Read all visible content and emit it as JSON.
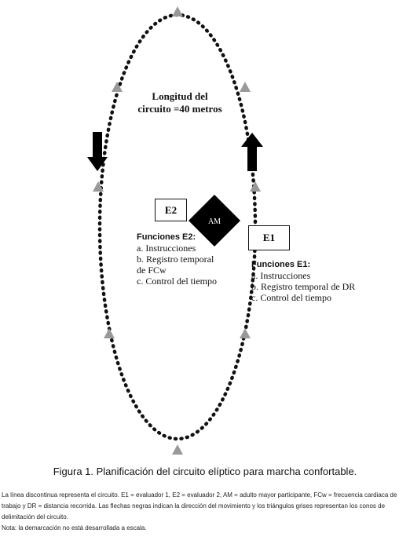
{
  "colors": {
    "cone": "#999999",
    "line": "#111111",
    "arrow": "#000000",
    "diamond": "#000000",
    "diamond_text": "#ffffff"
  },
  "circuit": {
    "title_line1": "Longitud del",
    "title_line2": "circuito =40 metros"
  },
  "participant": {
    "label": "AM"
  },
  "evaluator2": {
    "label": "E2",
    "functions_title": "Funciones E2:",
    "items": [
      "a. Instrucciones",
      "b. Registro temporal",
      "de FCw",
      "c. Control del tiempo"
    ]
  },
  "evaluator1": {
    "label": "E1",
    "functions_title": "Funciones E1:",
    "items": [
      "a. Instrucciones",
      "b. Registro temporal de DR",
      "c. Control del tiempo"
    ]
  },
  "arrows": {
    "left": "down",
    "right": "up"
  },
  "cone_count": 8,
  "figure_caption": "Figura 1. Planificación del circuito elíptico para marcha confortable.",
  "legend_text": "La línea discontinua representa el circuito. E1 = evaluador 1, E2 = evaluador 2, AM = adulto mayor participante, FCw = frecuencia cardiaca de trabajo y DR = distancia recorrida. Las flechas negras indican la dirección del movimiento y los triángulos grises representan los conos de delimitación del circuito.",
  "note_text": "Nota: la demarcación no está desarrollada a escala."
}
